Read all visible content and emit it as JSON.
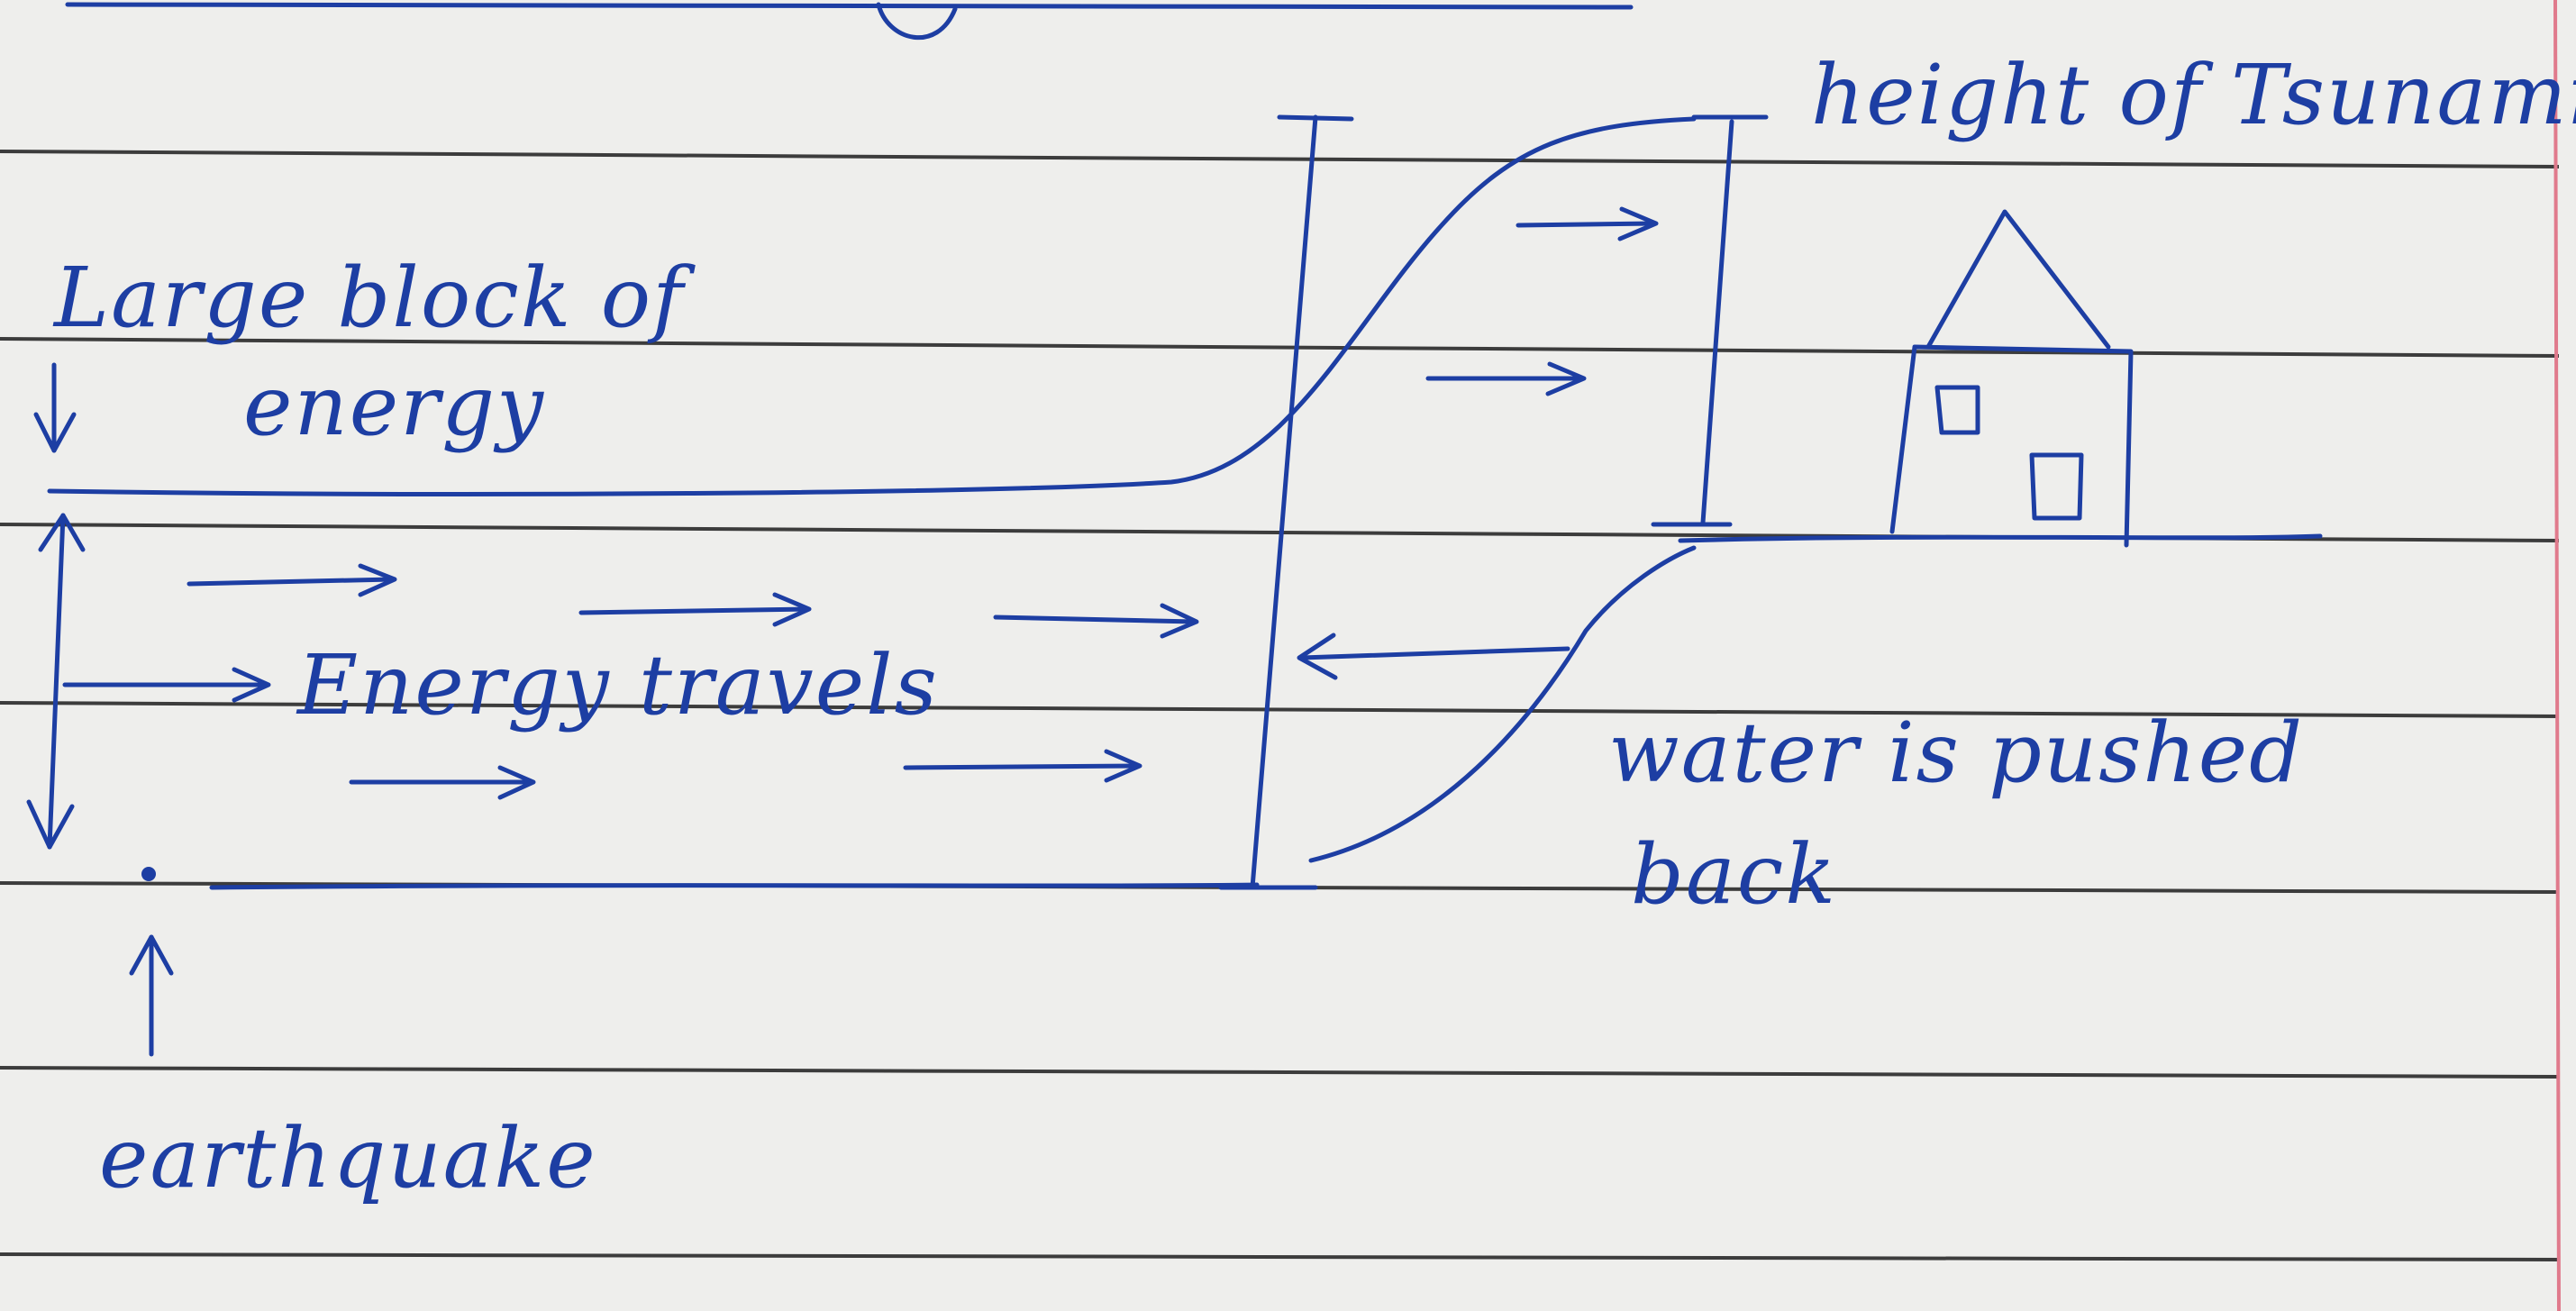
{
  "labels": {
    "large_block": "Large block of",
    "energy": "energy",
    "energy_travels": "Energy travels",
    "height_of_tsunami": "height of Tsunami",
    "water_pushed": "water is pushed",
    "back": "back",
    "earthquake": "earthquake"
  },
  "colors": {
    "ink": "#1d3ea3",
    "paper": "#eeeeec",
    "rule": "#3c3c3c",
    "margin": "#e07a8c"
  }
}
